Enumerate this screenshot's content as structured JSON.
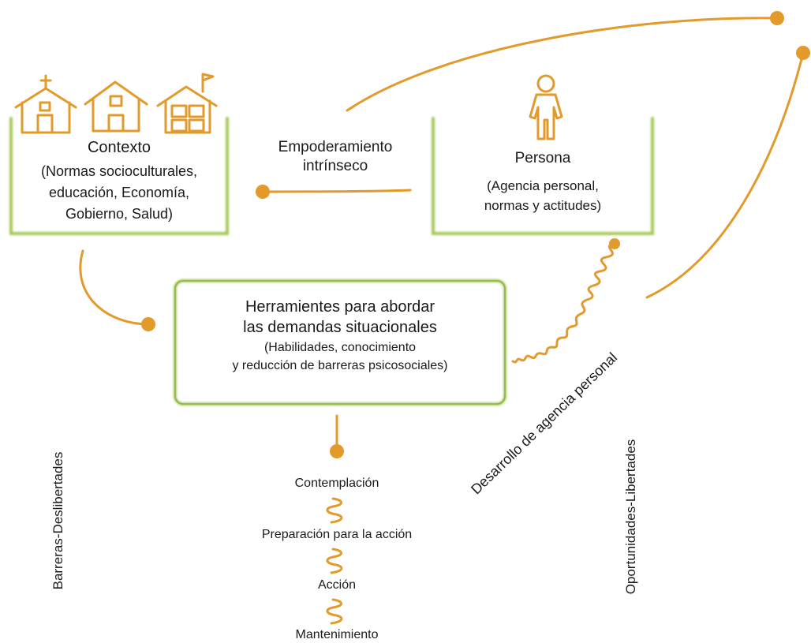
{
  "contexto": {
    "title": "Contexto",
    "line1": "(Normas socioculturales,",
    "line2": "educación, Economía,",
    "line3": "Gobierno, Salud)",
    "icons": [
      "church-house-icon",
      "house-icon",
      "school-house-icon"
    ]
  },
  "empoderamiento": {
    "line1": "Empoderamiento",
    "line2": "intrínseco"
  },
  "persona": {
    "title": "Persona",
    "line1": "(Agencia personal,",
    "line2": "normas y actitudes)",
    "icon": "person-icon"
  },
  "herramientas": {
    "title1": "Herramientes para abordar",
    "title2": "las demandas situacionales",
    "sub1": "(Habilidades, conocimiento",
    "sub2": "y reducción de barreras psicosociales)"
  },
  "stages": [
    "Contemplación",
    "Preparación para la acción",
    "Acción",
    "Mantenimiento"
  ],
  "labels": {
    "barreras": "Barreras-Deslibertades",
    "desarrollo": "Desarrollo de agencia personal",
    "oportunidades": "Oportunidades-Libertades"
  },
  "colors": {
    "accent": "#e29a2b",
    "box_border": "#9cc04a"
  }
}
